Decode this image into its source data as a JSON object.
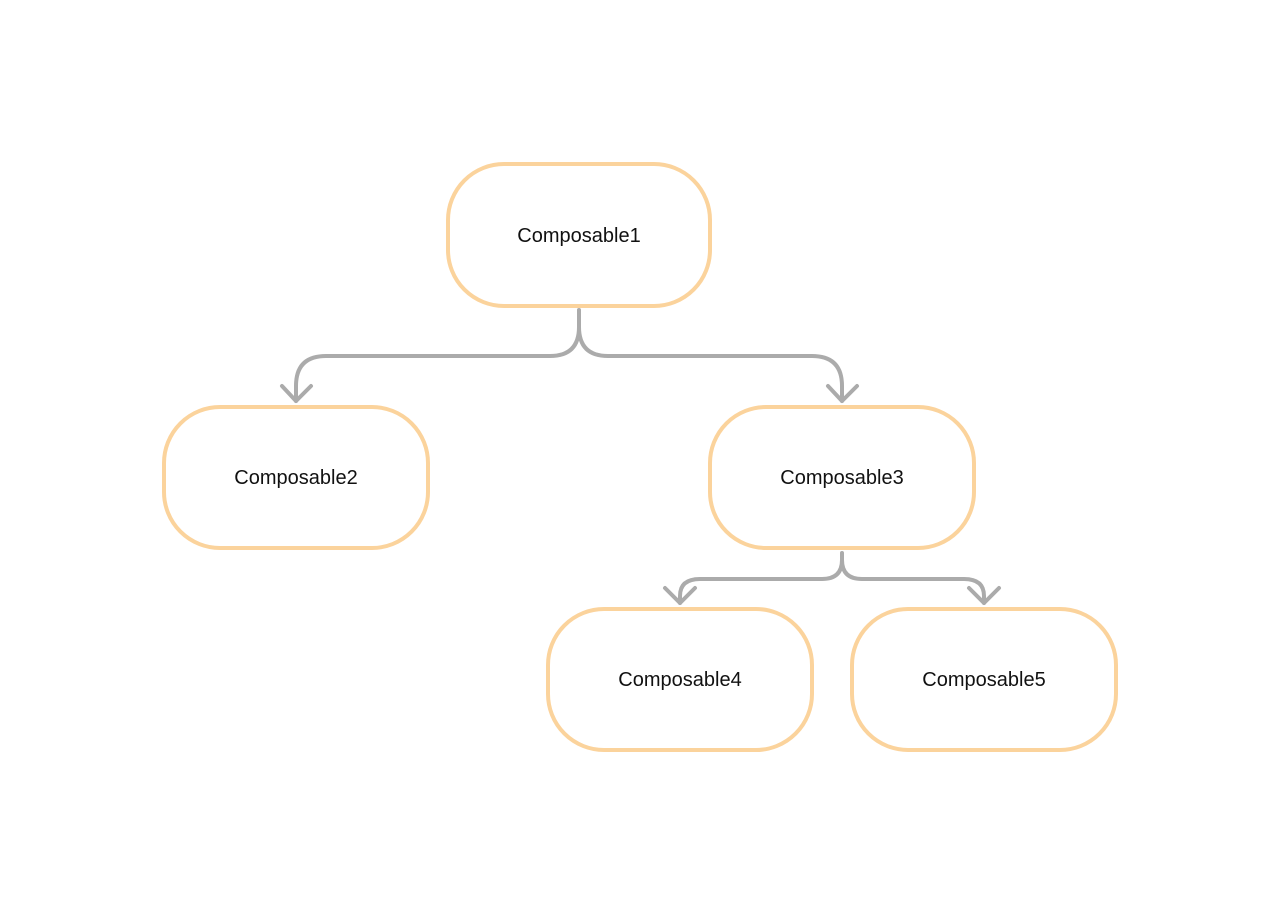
{
  "colors": {
    "node_border": "#fbd39c",
    "edge": "#ababab",
    "background": "#ffffff",
    "text": "#111111"
  },
  "nodes": [
    {
      "id": "n1",
      "label": "Composable1"
    },
    {
      "id": "n2",
      "label": "Composable2"
    },
    {
      "id": "n3",
      "label": "Composable3"
    },
    {
      "id": "n4",
      "label": "Composable4"
    },
    {
      "id": "n5",
      "label": "Composable5"
    }
  ],
  "edges": [
    {
      "from": "n1",
      "to": "n2"
    },
    {
      "from": "n1",
      "to": "n3"
    },
    {
      "from": "n3",
      "to": "n4"
    },
    {
      "from": "n3",
      "to": "n5"
    }
  ]
}
